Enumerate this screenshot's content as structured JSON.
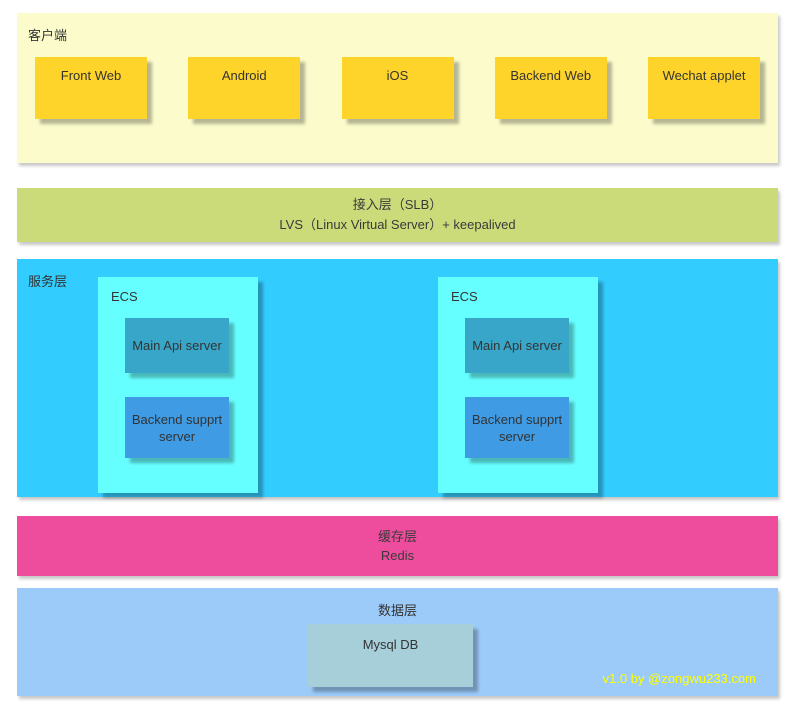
{
  "client": {
    "label": "客户端",
    "boxes": [
      "Front Web",
      "Android",
      "iOS",
      "Backend Web",
      "Wechat applet"
    ]
  },
  "access": {
    "line1": "接入层（SLB）",
    "line2": "LVS（Linux Virtual Server）+ keepalived"
  },
  "service": {
    "label": "服务层",
    "groups": [
      {
        "label": "ECS",
        "main": "Main Api server",
        "backend": "Backend supprt server"
      },
      {
        "label": "ECS",
        "main": "Main Api server",
        "backend": "Backend supprt server"
      }
    ]
  },
  "cache": {
    "line1": "缓存层",
    "line2": "Redis"
  },
  "data_layer": {
    "label": "数据层",
    "box": "Mysql DB"
  },
  "credit": "v1.0 by @zongwu233.com",
  "colors": {
    "client_band_bg": "#fbfbcc",
    "client_box_bg": "#ffd42a",
    "access_band_bg": "#ccdb7a",
    "service_band_bg": "#33ccff",
    "ecs_box_bg": "#66ffff",
    "main_api_box_bg": "#38a6c8",
    "backend_support_box_bg": "#3e9be4",
    "cache_band_bg": "#ee4c9c",
    "data_band_bg": "#9ccbfa",
    "mysql_box_bg": "#a6cfda",
    "credit_text": "#ffff00",
    "text": "#333333"
  }
}
